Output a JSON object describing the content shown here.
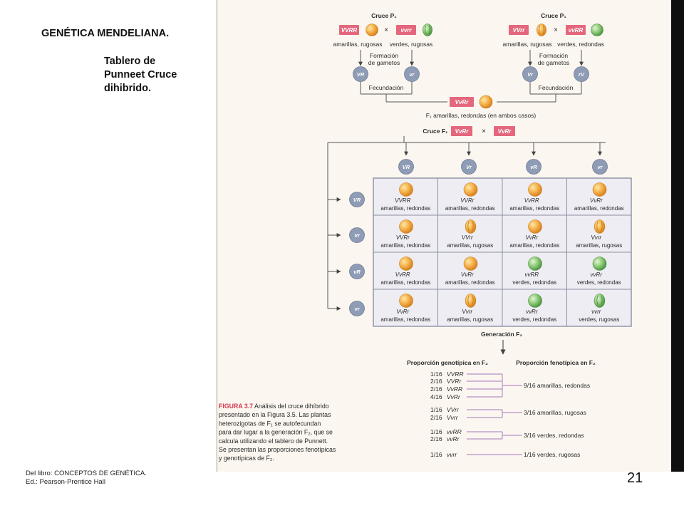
{
  "slide": {
    "title": "GENÉTICA MENDELIANA.",
    "subtitle_lines": [
      "Tablero de",
      "Punneet Cruce",
      "dihibrido."
    ],
    "credit_lines": [
      "Del libro: CONCEPTOS DE GENÉTICA.",
      "Ed.: Pearson-Prentice Hall"
    ],
    "page_number": "21"
  },
  "figure": {
    "cross_left": {
      "title": "Cruce P₁",
      "parent1": "VVRR",
      "parent2": "vvrr",
      "times": "×",
      "label1": "amarillas, rugosas",
      "label2": "verdes, rugosas",
      "gamete_label": [
        "Formación",
        "de gametos"
      ],
      "gamete1": "VR",
      "gamete2": "vr",
      "fertilization": "Fecundación"
    },
    "cross_right": {
      "title": "Cruce P₁",
      "parent1": "VVrr",
      "parent2": "vvRR",
      "times": "×",
      "label1": "amarillas, rugosas",
      "label2": "verdes, redondas",
      "gamete_label": [
        "Formación",
        "de gametos"
      ],
      "gamete1": "Vr",
      "gamete2": "rV",
      "fertilization": "Fecundación"
    },
    "f1": {
      "genotype": "VvRr",
      "caption": "F₁ amarillas, redondas (en ambos casos)",
      "cross_label": "Cruce F₁",
      "parent1": "VvRr",
      "parent2": "VvRr",
      "times": "×"
    },
    "punnett": {
      "col_gametes": [
        "VR",
        "Vr",
        "vR",
        "vr"
      ],
      "row_gametes": [
        "VR",
        "Vr",
        "vR",
        "vr"
      ],
      "cells": [
        [
          {
            "g": "VVRR",
            "p": "amarillas, redondas",
            "pea": "yellow-round"
          },
          {
            "g": "VVRr",
            "p": "amarillas, redondas",
            "pea": "yellow-round"
          },
          {
            "g": "VvRR",
            "p": "amarillas, redondas",
            "pea": "yellow-round"
          },
          {
            "g": "VvRr",
            "p": "amarillas, redondas",
            "pea": "yellow-round"
          }
        ],
        [
          {
            "g": "VVRr",
            "p": "amarillas, redondas",
            "pea": "yellow-round"
          },
          {
            "g": "VVrr",
            "p": "amarillas, rugosas",
            "pea": "yellow-wrinkled"
          },
          {
            "g": "VvRr",
            "p": "amarillas, redondas",
            "pea": "yellow-round"
          },
          {
            "g": "Vvrr",
            "p": "amarillas, rugosas",
            "pea": "yellow-wrinkled"
          }
        ],
        [
          {
            "g": "VvRR",
            "p": "amarillas, redondas",
            "pea": "yellow-round"
          },
          {
            "g": "VvRr",
            "p": "amarillas, redondas",
            "pea": "yellow-round"
          },
          {
            "g": "vvRR",
            "p": "verdes, redondas",
            "pea": "green-round"
          },
          {
            "g": "vvRr",
            "p": "verdes, redondas",
            "pea": "green-round"
          }
        ],
        [
          {
            "g": "VvRr",
            "p": "amarillas, redondas",
            "pea": "yellow-round"
          },
          {
            "g": "Vvrr",
            "p": "amarillas, rugosas",
            "pea": "yellow-wrinkled"
          },
          {
            "g": "vvRr",
            "p": "verdes, redondas",
            "pea": "green-round"
          },
          {
            "g": "vvrr",
            "p": "verdes, rugosas",
            "pea": "green-wrinkled"
          }
        ]
      ]
    },
    "f2_label": "Generación F₂",
    "proportions": {
      "geno_header": "Proporción genotípica en F₂",
      "pheno_header": "Proporción fenotípica en F₂",
      "groups": [
        {
          "genotypes": [
            {
              "ratio": "1/16",
              "g": "VVRR"
            },
            {
              "ratio": "2/16",
              "g": "VVRr"
            },
            {
              "ratio": "2/16",
              "g": "VvRR"
            },
            {
              "ratio": "4/16",
              "g": "VvRr"
            }
          ],
          "phenotype": "9/16 amarillas, redondas"
        },
        {
          "genotypes": [
            {
              "ratio": "1/16",
              "g": "VVrr"
            },
            {
              "ratio": "2/16",
              "g": "Vvrr"
            }
          ],
          "phenotype": "3/16 amarillas, rugosas"
        },
        {
          "genotypes": [
            {
              "ratio": "1/16",
              "g": "vvRR"
            },
            {
              "ratio": "2/16",
              "g": "vvRr"
            }
          ],
          "phenotype": "3/16 verdes, redondas"
        },
        {
          "genotypes": [
            {
              "ratio": "1/16",
              "g": "vvrr"
            }
          ],
          "phenotype": "1/16 verdes, rugosas"
        }
      ]
    },
    "caption_lines": [
      "FIGURA 3.7  Análisis del cruce dihíbrido",
      "presentado en la Figura 3.5. Las plantas",
      "heterozigotas de F₁ se autofecundan",
      "para dar lugar a la generación F₂, que se",
      "calcula utilizando el tablero de Punnett.",
      "Se presentan las proporciones fenotípicas",
      "y genotípicas de F₂."
    ]
  },
  "colors": {
    "pink_box": "#e4677e",
    "gamete_circle": "#8f9cb6",
    "grid_line": "#8b8fa2",
    "grid_fill": "#ededf3",
    "yellow_pea": "#f2a637",
    "green_pea": "#8fc878",
    "phenotype_line": "#b78fc6",
    "caption_red": "#d9364e"
  }
}
